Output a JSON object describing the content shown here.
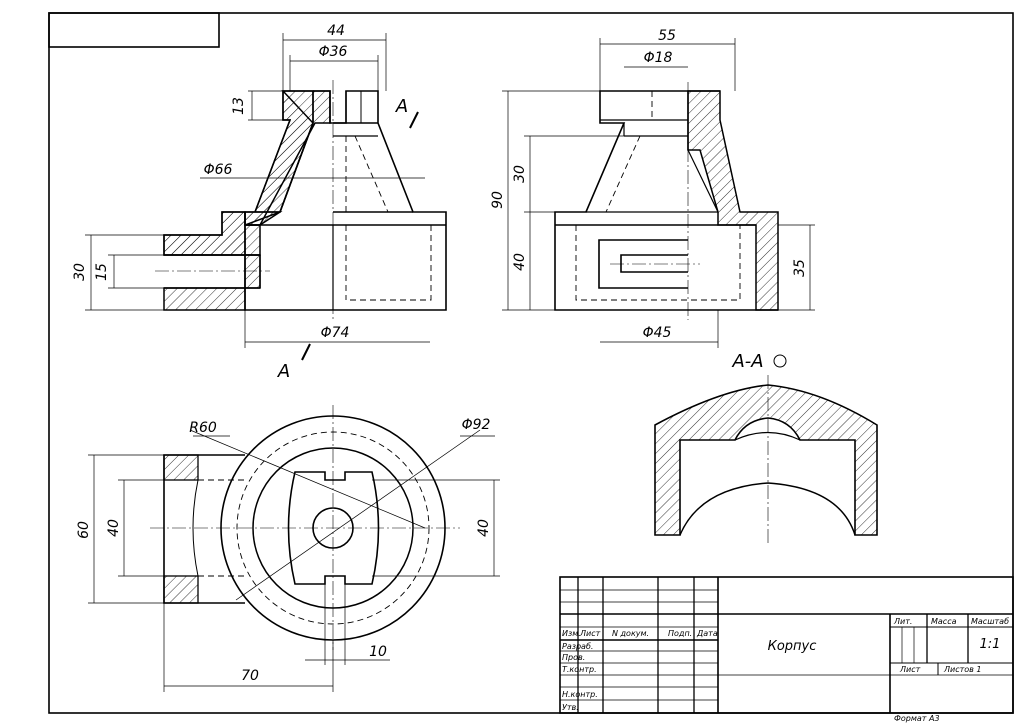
{
  "colors": {
    "line": "#000000",
    "paper": "#ffffff"
  },
  "dimensions": {
    "d44": "44",
    "d36": "Φ36",
    "d13": "13",
    "d66": "Φ66",
    "d30": "30",
    "d15": "15",
    "d74": "Φ74",
    "d55": "55",
    "d18": "Φ18",
    "d90": "90",
    "d30b": "30",
    "d40b": "40",
    "d35": "35",
    "d45": "Φ45",
    "r60": "R60",
    "d92": "Φ92",
    "d60": "60",
    "d40l": "40",
    "d40r": "40",
    "d70": "70",
    "d10": "10"
  },
  "section_labels": {
    "a_top": "A",
    "a_bottom": "A",
    "section_title": "А-А"
  },
  "title_block": {
    "title": "Корпус",
    "scale": "1:1",
    "col_izm": "Изм.",
    "col_list": "Лист",
    "col_ndoc": "N докум.",
    "col_podp": "Подп.",
    "col_data": "Дата",
    "razrab": "Разраб.",
    "prov": "Пров.",
    "tkontr": "Т.контр.",
    "nkontr": "Н.контр.",
    "utv": "Утв.",
    "lit": "Лит.",
    "massa": "Масса",
    "masshtab": "Масштаб",
    "list": "Лист",
    "listov": "Листов 1",
    "format": "Формат А3"
  }
}
